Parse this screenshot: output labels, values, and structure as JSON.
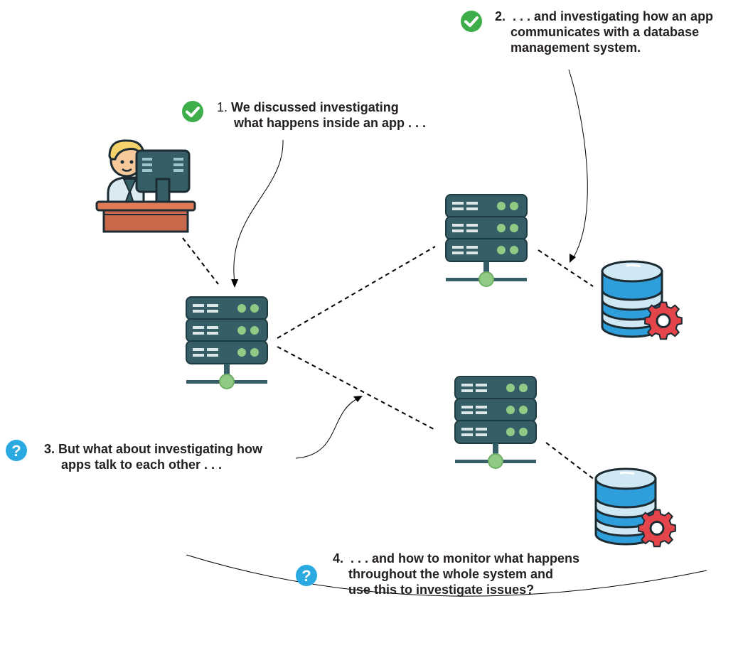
{
  "callouts": {
    "c1": {
      "number": "1.",
      "lines": [
        "We discussed investigating",
        "what happens inside an app . . ."
      ],
      "status": "done"
    },
    "c2": {
      "number": "2.",
      "lines": [
        ". . . and investigating how an app",
        "communicates with a database",
        "management system."
      ],
      "status": "done"
    },
    "c3": {
      "number": "3.",
      "lines": [
        "But what about investigating how",
        "apps talk to each other . . ."
      ],
      "status": "question"
    },
    "c4": {
      "number": "4.",
      "lines": [
        ". . . and how to monitor what happens",
        "throughout the whole system and",
        "use this to investigate issues?"
      ],
      "status": "question"
    }
  },
  "icons": {
    "done": "check-circle-icon",
    "question": "question-circle-icon",
    "user": "developer-at-desk-icon",
    "server": "server-rack-icon",
    "database": "database-gear-icon"
  },
  "colors": {
    "check": "#3dae4a",
    "question": "#2ba9e1",
    "server_body": "#365e67",
    "server_led": "#8fcb85",
    "db_blue": "#2e9fda",
    "db_light": "#cfe8f4",
    "gear": "#e3454b",
    "desk": "#c9694b",
    "text": "#231f20"
  }
}
